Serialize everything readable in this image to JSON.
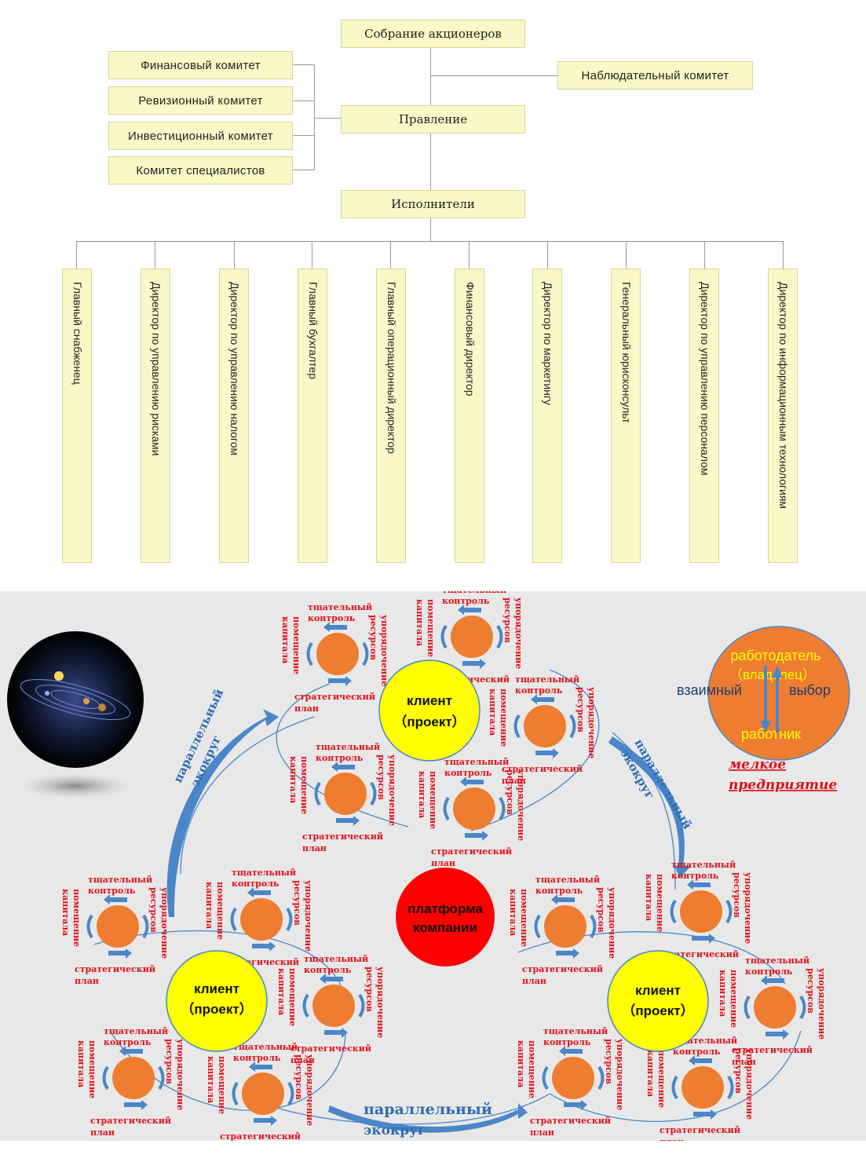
{
  "org_chart": {
    "shareholders": "Собрание акционеров",
    "supervisory": "Наблюдательный комитет",
    "board": "Правление",
    "executives": "Исполнители",
    "committees": [
      "Финансовый комитет",
      "Ревизионный комитет",
      "Инвестиционный комитет",
      "Комитет специалистов"
    ],
    "directors": [
      "Главный снабженец",
      "Директор по управлению рисками",
      "Директор по управлению налогом",
      "Главный бухгалтер",
      "Главный операционный директор",
      "Финансовый директор",
      "Директор по маркетингу",
      "Генеральный юрисконсульт",
      "Директор по управлению персоналом",
      "Директор по информационным технологиям"
    ]
  },
  "ecosystem": {
    "platform": [
      "платформа",
      "компании"
    ],
    "client": [
      "клиент",
      "（проект）"
    ],
    "eco_label": [
      "параллельный",
      "экокруг"
    ],
    "cycle_labels": {
      "control": [
        "тщательный",
        "контроль"
      ],
      "resources": [
        "упорядочение",
        "ресурсов"
      ],
      "plan": [
        "стратегический",
        "план"
      ],
      "capital": [
        "помещение",
        "капитала"
      ]
    },
    "small_business": {
      "employer": "работодатель",
      "owner": "（владелец）",
      "mutual": "взаимный",
      "choice": "выбор",
      "employee": "работник",
      "caption": [
        "мелкое",
        "предприятие"
      ]
    },
    "colors": {
      "platform": "#ff0000",
      "client": "#ffff00",
      "node": "#ee7d31",
      "label": "#e0101a",
      "arrow": "#4a86c8",
      "background": "#e8e8e8"
    }
  }
}
